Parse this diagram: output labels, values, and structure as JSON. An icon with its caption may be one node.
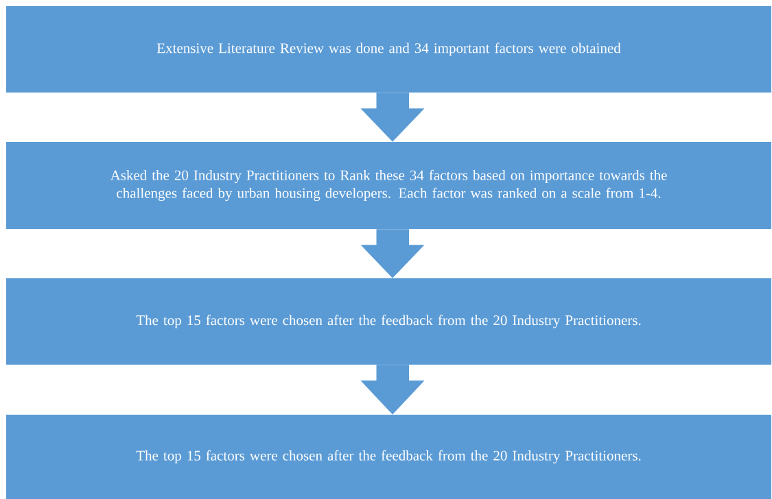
{
  "diagram": {
    "nodes": [
      {
        "text": [
          "Extensive Literature Review was done and 34 important factors were obtained"
        ]
      },
      {
        "text": [
          "Asked the 20 Industry Practitioners to Rank these 34 factors based on importance towards the challenges faced by urban housing developers. Each factor was ranked on a scale from 1-4."
        ]
      },
      {
        "text": [
          "The top 15 factors were chosen after the feedback from the 20 Industry Practitioners."
        ]
      },
      {
        "text": [
          "The top 15 factors were chosen after the feedback from the 20 Industry Practitioners."
        ]
      }
    ],
    "edges": [
      {
        "from": 0,
        "to": 1,
        "arrow": "to"
      },
      {
        "from": 1,
        "to": 2,
        "arrow": "to"
      },
      {
        "from": 2,
        "to": 3,
        "arrow": "to"
      }
    ]
  }
}
